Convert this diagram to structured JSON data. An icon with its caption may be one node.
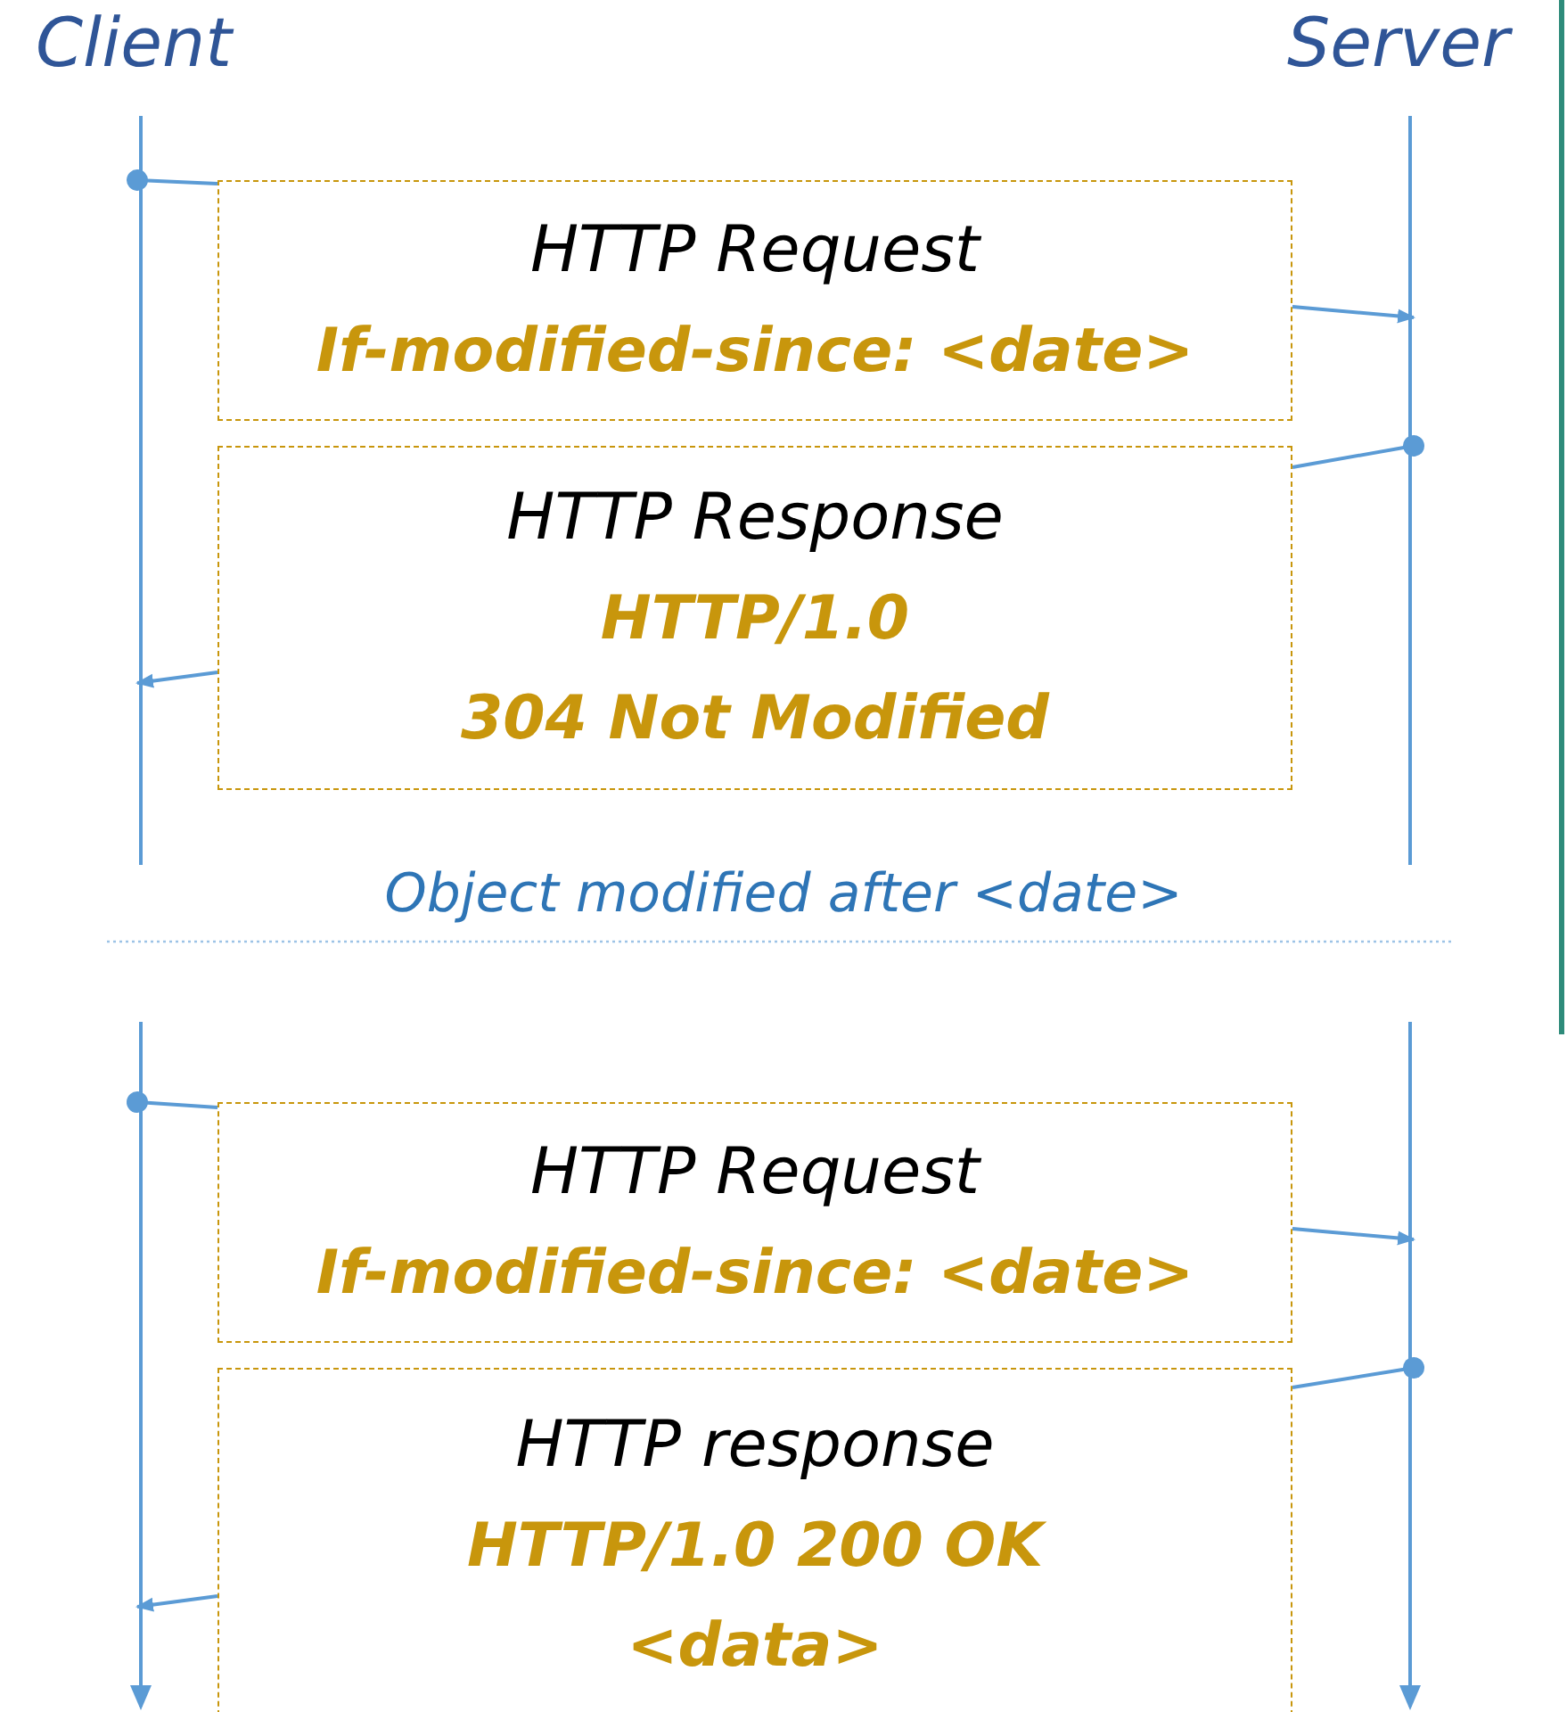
{
  "diagram": {
    "nodes": [
      {
        "text": [
          "Client"
        ]
      },
      {
        "text": [
          "Server"
        ]
      },
      {
        "text": [],
        "shape": "line"
      },
      {
        "text": [],
        "shape": "line"
      },
      {
        "text": [
          "HTTP Request",
          "If-modified-since: <date>"
        ]
      },
      {
        "text": [
          "HTTP Response",
          "HTTP/1.0",
          "304 Not Modified"
        ]
      },
      {
        "text": [],
        "shape": "line"
      },
      {
        "text": [],
        "shape": "line"
      },
      {
        "text": [
          "HTTP Request",
          "If-modified-since: <date>"
        ]
      },
      {
        "text": [
          "HTTP response",
          "HTTP/1.0 200 OK",
          "<data>"
        ]
      }
    ],
    "edges": [
      {
        "from": 2,
        "to": 4,
        "arrow": "other"
      },
      {
        "from": 4,
        "to": 3,
        "arrow": "to"
      },
      {
        "from": 3,
        "to": 5,
        "arrow": "other"
      },
      {
        "from": 5,
        "to": 2,
        "arrow": "to"
      },
      {
        "from": 6,
        "to": 8,
        "arrow": "other"
      },
      {
        "from": 8,
        "to": 7,
        "arrow": "to"
      },
      {
        "from": 7,
        "to": 9,
        "arrow": "other"
      },
      {
        "from": 9,
        "to": 6,
        "arrow": "to"
      }
    ],
    "labels": [
      "Object modified after <date>"
    ]
  }
}
